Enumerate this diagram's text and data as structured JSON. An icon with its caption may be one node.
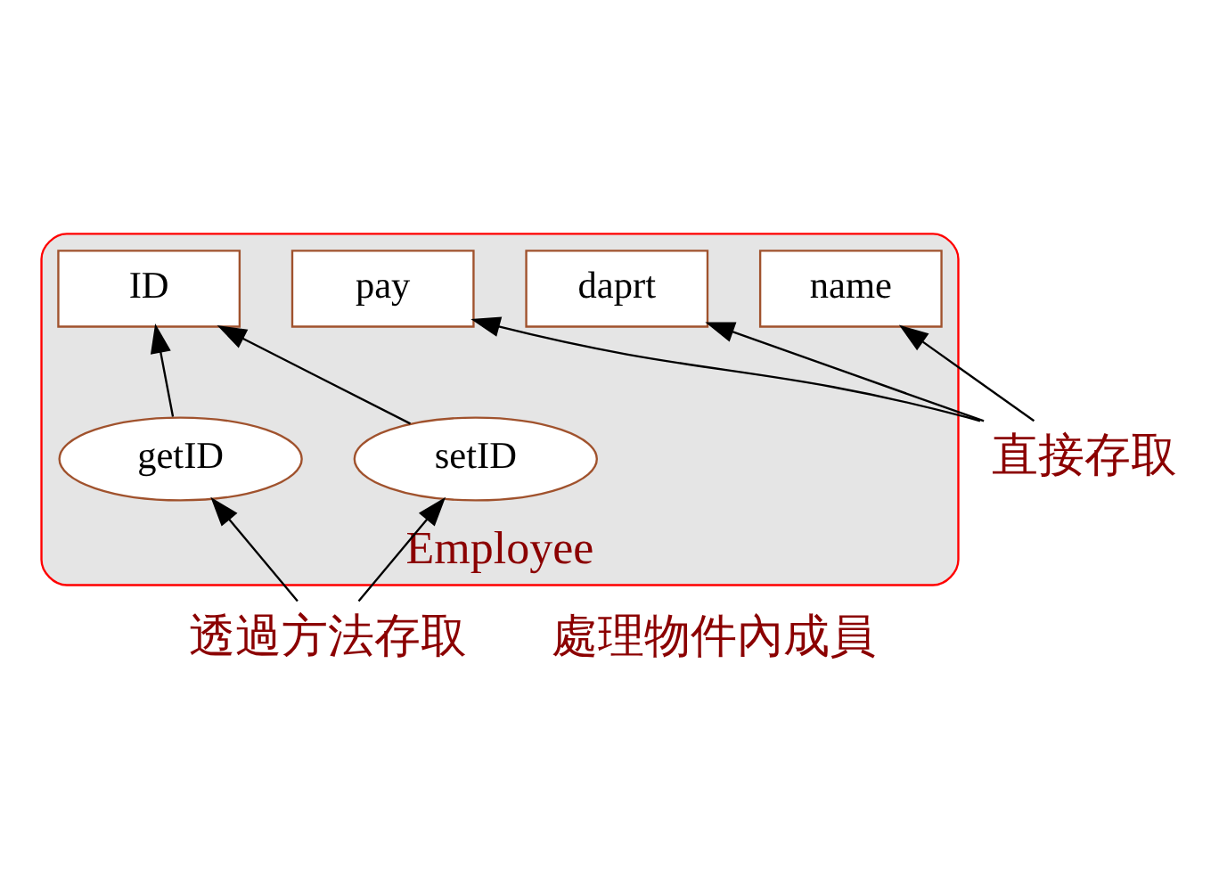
{
  "diagram": {
    "nodes": [
      {
        "text": [
          "Employee"
        ]
      },
      {
        "text": [
          "ID"
        ],
        "in": 0
      },
      {
        "text": [
          "pay"
        ],
        "in": 0
      },
      {
        "text": [
          "daprt"
        ],
        "in": 0
      },
      {
        "text": [
          "name"
        ],
        "in": 0
      },
      {
        "text": [
          "setID"
        ],
        "in": 0
      },
      {
        "text": [
          "getID"
        ],
        "in": 0
      },
      {
        "text": [
          "透過方法存取"
        ]
      },
      {
        "text": [
          "直接存取"
        ]
      }
    ],
    "edges": [
      {
        "from": 5,
        "to": 1,
        "arrow": "to"
      },
      {
        "from": 6,
        "to": 1,
        "arrow": "to"
      },
      {
        "from": 7,
        "to": 5,
        "arrow": "to"
      },
      {
        "from": 7,
        "to": 6,
        "arrow": "to"
      },
      {
        "from": 8,
        "to": 2,
        "arrow": "to"
      },
      {
        "from": 8,
        "to": 3,
        "arrow": "to"
      },
      {
        "from": 8,
        "to": 4,
        "arrow": "to"
      }
    ],
    "labels": [
      "處理物件內成員"
    ]
  }
}
